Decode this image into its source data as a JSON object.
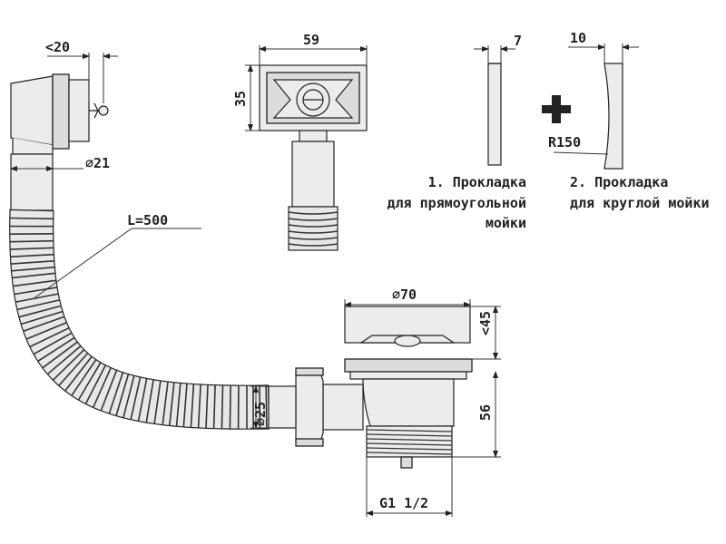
{
  "dimensions": {
    "overflow_depth": "<20",
    "overflow_pipe_diameter": "∅21",
    "hose_length": "L=500",
    "grille_width": "59",
    "grille_height": "35",
    "gasket1_thickness": "7",
    "gasket2_thickness": "10",
    "gasket2_radius": "R150",
    "strainer_diameter": "∅70",
    "flange_height": "<45",
    "body_height": "56",
    "outlet_diameter": "∅25",
    "thread": "G1 1/2"
  },
  "captions": {
    "gasket1": [
      "1. Прокладка",
      "для прямоугольной",
      "мойки"
    ],
    "gasket2": [
      "2. Прокладка",
      "для круглой мойки"
    ]
  },
  "symbols": {
    "plus": "plus-icon"
  }
}
